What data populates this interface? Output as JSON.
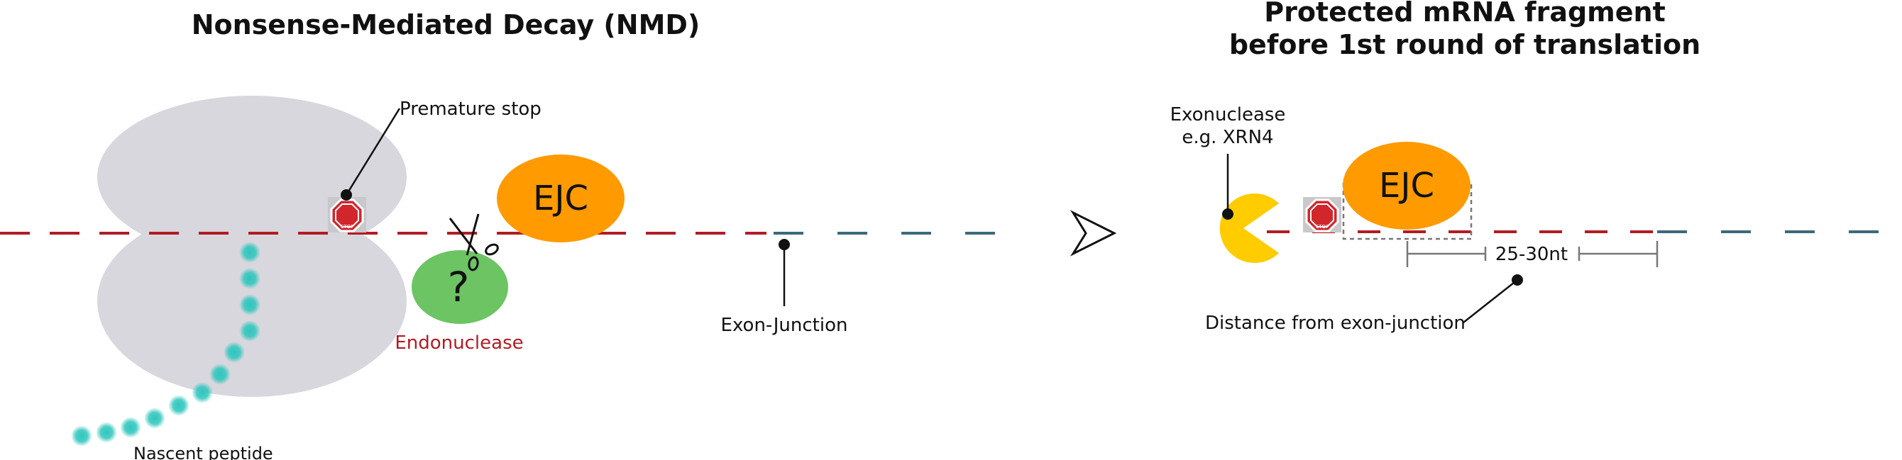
{
  "left_panel": {
    "title": "Nonsense-Mediated Decay (NMD)",
    "premature_stop_label": "Premature stop",
    "ejc_label": "EJC",
    "unknown_mark": "?",
    "endonuclease_label": "Endonuclease",
    "exon_junction_label": "Exon-Junction",
    "nascent_peptide_label": "Nascent peptide",
    "stop_sign_text": "STOP"
  },
  "right_panel": {
    "title_line1": "Protected mRNA fragment",
    "title_line2": "before 1st round of translation",
    "exonuclease_line1": "Exonuclease",
    "exonuclease_line2": "e.g. XRN4",
    "ejc_label": "EJC",
    "distance_value": "25-30nt",
    "distance_label": "Distance from exon-junction",
    "stop_sign_text": "STOP"
  },
  "colors": {
    "ribosome": "#d8d7dd",
    "ejc": "#ff9a00",
    "endonuclease": "#6cc463",
    "endonuclease_text": "#b11c24",
    "mrna_red": "#b11c24",
    "mrna_teal": "#3b6a7a",
    "peptide": "#2ec6bd",
    "exonuclease": "#ffcc00",
    "stop_sign": "#d1262b"
  }
}
